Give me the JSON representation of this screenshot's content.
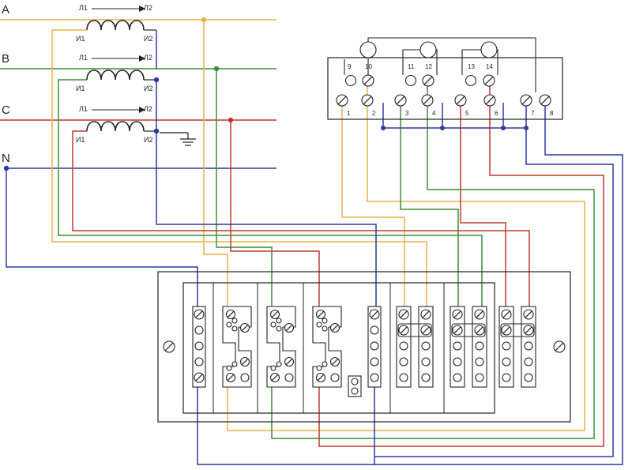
{
  "buses": [
    {
      "name": "A",
      "color": "#e8b04a"
    },
    {
      "name": "B",
      "color": "#3a8f35"
    },
    {
      "name": "C",
      "color": "#c0392b"
    },
    {
      "name": "N",
      "color": "#2f3aa0"
    }
  ],
  "ct_labels": {
    "l1": "Л1",
    "l2": "Л2",
    "i1": "И1",
    "i2": "И2"
  },
  "meter_terminals": [
    "1",
    "2",
    "3",
    "4",
    "5",
    "6",
    "7",
    "8",
    "9",
    "10",
    "11",
    "12",
    "13",
    "14"
  ],
  "colors": {
    "yellow": "#e8b04a",
    "green": "#3a8f35",
    "red": "#c0392b",
    "blue": "#2f3aa0",
    "black": "#222222"
  }
}
